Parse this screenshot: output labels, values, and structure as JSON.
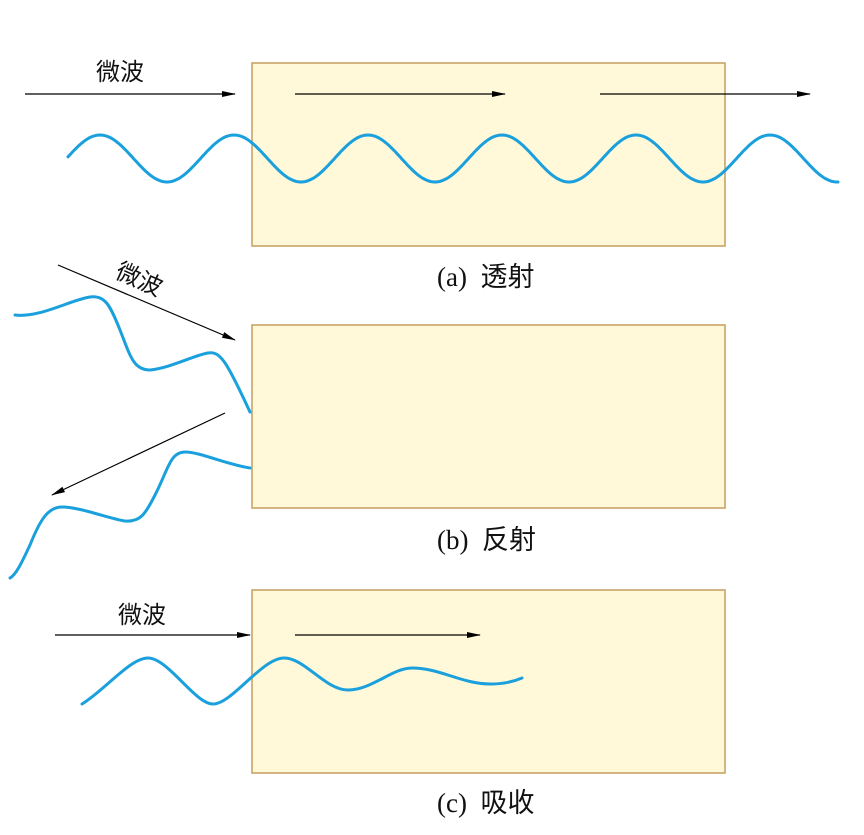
{
  "panels": [
    {
      "id": "a",
      "wave_label": "微波",
      "caption": "(a)  透射"
    },
    {
      "id": "b",
      "wave_label": "微波",
      "caption": "(b)  反射"
    },
    {
      "id": "c",
      "wave_label": "微波",
      "caption": "(c)  吸收"
    }
  ],
  "colors": {
    "wave": "#1aa0dc",
    "box_fill": "#fff8d9",
    "box_border": "#c9a466"
  }
}
